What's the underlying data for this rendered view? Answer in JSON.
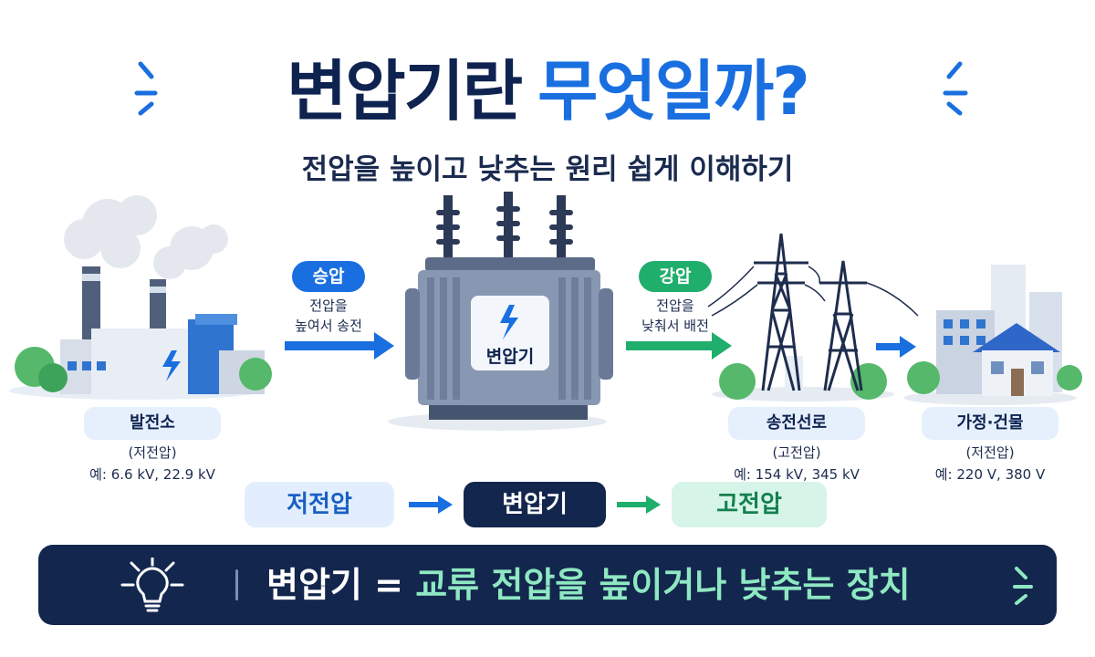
{
  "title": {
    "part1": "변압기란",
    "part2": "무엇일까?"
  },
  "subtitle": "전압을 높이고 낮추는 원리 쉽게 이해하기",
  "nodes": {
    "plant": {
      "label": "발전소",
      "kind": "(저전압)",
      "example": "예: 6.6 kV, 22.9 kV"
    },
    "transformer": {
      "label": "변압기"
    },
    "line": {
      "label": "송전선로",
      "kind": "(고전압)",
      "example": "예: 154 kV, 345 kV"
    },
    "home": {
      "label": "가정·건물",
      "kind": "(저전압)",
      "example": "예: 220 V, 380 V"
    }
  },
  "arrows": {
    "step_up": {
      "label": "승압",
      "note_line1": "전압을",
      "note_line2": "높여서 송전",
      "color": "#1a6fe0"
    },
    "step_down": {
      "label": "강압",
      "note_line1": "전압을",
      "note_line2": "낮춰서 배전",
      "color": "#1fae6c"
    }
  },
  "flow": {
    "low": "저전압",
    "transformer": "변압기",
    "high": "고전압"
  },
  "banner": {
    "subject": "변압기",
    "equals": "=",
    "definition": "교류 전압을 높이거나 낮추는 장치"
  },
  "colors": {
    "navy": "#13264d",
    "blue": "#1a6fe0",
    "green": "#1fae6c",
    "mint": "#8ee8c2"
  }
}
